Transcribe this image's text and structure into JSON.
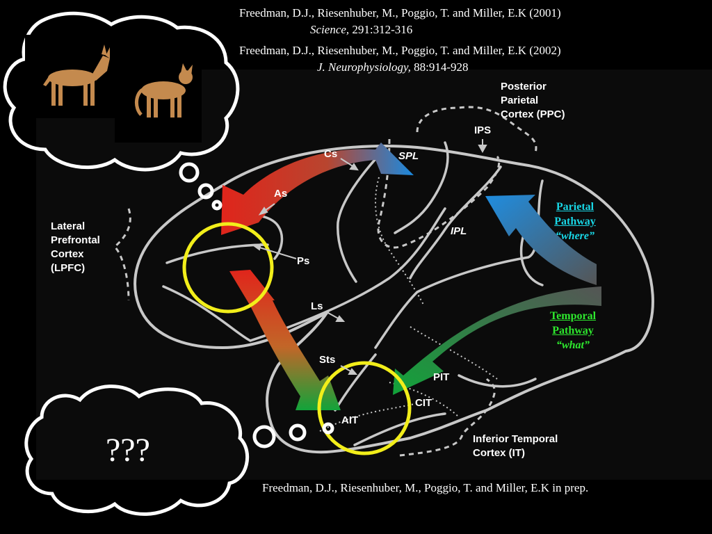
{
  "citations": {
    "c1_line1": "Freedman, D.J., Riesenhuber, M., Poggio, T. and Miller, E.K  (2001)",
    "c1_journal": "Science,",
    "c1_rest": " 291:312-316",
    "c2_line1": "Freedman, D.J., Riesenhuber, M., Poggio, T. and Miller, E.K  (2002)",
    "c2_journal": "J. Neurophysiology,",
    "c2_rest": " 88:914-928",
    "c3": "Freedman, D.J., Riesenhuber, M., Poggio, T. and Miller, E.K  in prep."
  },
  "labels": {
    "ppc": [
      "Posterior",
      "Parietal",
      "Cortex (PPC)"
    ],
    "ips": "IPS",
    "spl": "SPL",
    "ipl": "IPL",
    "cs": "Cs",
    "as": "As",
    "ps": "Ps",
    "ls": "Ls",
    "sts": "Sts",
    "pit": "PIT",
    "cit": "CIT",
    "ait": "AIT",
    "lpfc": [
      "Lateral",
      "Prefrontal",
      "Cortex",
      "(LPFC)"
    ],
    "it": [
      "Inferior Temporal",
      "Cortex (IT)"
    ]
  },
  "pathways": {
    "parietal": {
      "title": [
        "Parietal",
        "Pathway"
      ],
      "sub": "“where”",
      "color": "#19d7e6"
    },
    "temporal": {
      "title": [
        "Temporal",
        "Pathway"
      ],
      "sub": "“what”",
      "color": "#2ee82e"
    }
  },
  "thought_bubble_text": "???",
  "colors": {
    "highlight": "#f2ee1a",
    "outline": "#c8c8c8",
    "red": "#e8281c",
    "green": "#10a838",
    "blue": "#1b84d8"
  }
}
